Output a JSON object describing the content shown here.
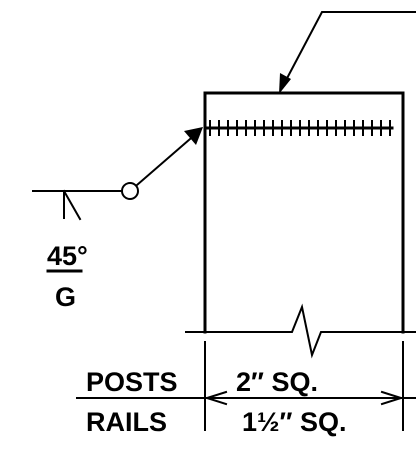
{
  "weld_symbol": {
    "angle_label": "45°",
    "finish_letter": "G"
  },
  "dimension_table": {
    "posts_label": "POSTS",
    "posts_size": "2″ SQ.",
    "rails_label": "RAILS",
    "rails_size": "1½″ SQ."
  },
  "colors": {
    "line": "#000000",
    "background": "#ffffff"
  }
}
